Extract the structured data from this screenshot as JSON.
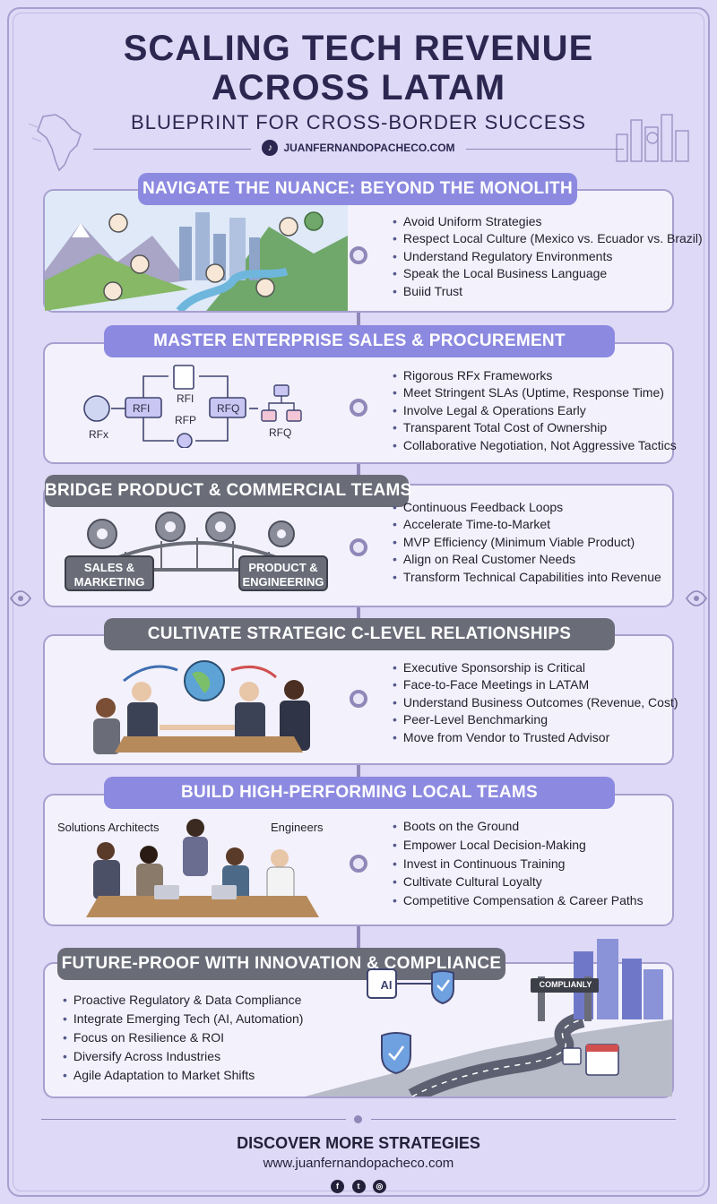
{
  "header": {
    "title_line1": "SCALING TECH REVENUE",
    "title_line2": "ACROSS LATAM",
    "subtitle": "BLUEPRINT FOR CROSS-BORDER SUCCESS",
    "website": "JUANFERNANDOPACHECO.COM"
  },
  "sections": [
    {
      "title": "NAVIGATE THE NUANCE: BEYOND THE MONOLITH",
      "bullets": [
        "Avoid Uniform Strategies",
        "Respect Local Culture (Mexico vs. Ecuador vs. Brazil)",
        "Understand Regulatory Environments",
        "Speak the Local Business Language",
        "Buiid Trust"
      ]
    },
    {
      "title": "MASTER ENTERPRISE SALES & PROCUREMENT",
      "bullets": [
        "Rigorous RFx Frameworks",
        "Meet Stringent SLAs (Uptime, Response Time)",
        "Involve Legal & Operations Early",
        "Transparent Total Cost of Ownership",
        "Collaborative Negotiation, Not Aggressive Tactics"
      ],
      "diagram": {
        "rfx": "RFx",
        "rfi_box": "RFI",
        "rfi_doc": "RFI",
        "rfp": "RFP",
        "rfq_box": "RFQ",
        "rfq_end": "RFQ"
      }
    },
    {
      "title": "BRIDGE PRODUCT & COMMERCIAL TEAMS",
      "bullets": [
        "Continuous Feedback Loops",
        "Accelerate Time-to-Market",
        "MVP Efficiency (Minimum Viable Product)",
        "Align on Real Customer Needs",
        "Transform Technical Capabilities into Revenue"
      ],
      "left_sign": [
        "SALES &",
        "MARKETING"
      ],
      "right_sign": [
        "PRODUCT &",
        "ENGINEERING"
      ]
    },
    {
      "title": "CULTIVATE STRATEGIC C-LEVEL RELATIONSHIPS",
      "bullets": [
        "Executive Sponsorship is Critical",
        "Face-to-Face Meetings in LATAM",
        "Understand Business Outcomes (Revenue, Cost)",
        "Peer-Level Benchmarking",
        "Move from Vendor to Trusted Advisor"
      ]
    },
    {
      "title": "BUILD HIGH-PERFORMING LOCAL TEAMS",
      "bullets": [
        "Boots on the Ground",
        "Empower Local Decision-Making",
        "Invest in Continuous Training",
        "Cultivate Cultural Loyalty",
        "Competitive Compensation & Career Paths"
      ],
      "label_left": "Solutions Architects",
      "label_right": "Engineers"
    },
    {
      "title": "FUTURE-PROOF WITH INNOVATION & COMPLIANCE",
      "bullets": [
        "Proactive Regulatory & Data Compliance",
        "Integrate Emerging Tech (AI, Automation)",
        "Focus on Resilience & ROI",
        "Diversify Across Industries",
        "Agile Adaptation to Market Shifts"
      ],
      "ai_chip": "AI",
      "gate_sign": "COMPLIANLY"
    }
  ],
  "footer": {
    "cta": "DISCOVER MORE STRATEGIES",
    "website": "www.juanfernandopacheco.com",
    "social_icons": [
      "facebook-icon",
      "twitter-icon",
      "instagram-icon"
    ]
  },
  "colors": {
    "background": "#ded9f6",
    "banner_blue": "#8c8ae0",
    "banner_slate": "#6a6c78",
    "card": "#f3f1fb",
    "title_ink": "#2b2750"
  }
}
